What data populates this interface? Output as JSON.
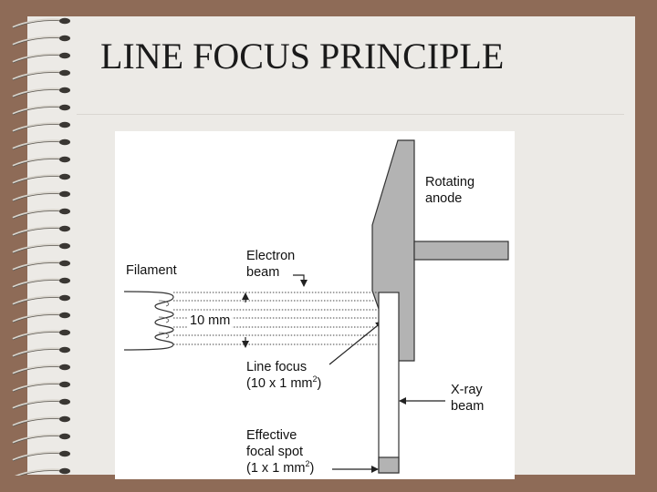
{
  "slide": {
    "title": "LINE FOCUS PRINCIPLE"
  },
  "diagram": {
    "labels": {
      "rotating_anode_1": "Rotating",
      "rotating_anode_2": "anode",
      "filament": "Filament",
      "electron_beam_1": "Electron",
      "electron_beam_2": "beam",
      "width": "10 mm",
      "line_focus_1": "Line focus",
      "line_focus_2a": "(10 x 1 mm",
      "line_focus_2_sup": "2",
      "line_focus_2b": ")",
      "xray_beam_1": "X-ray",
      "xray_beam_2": "beam",
      "focal_spot_1": "Effective",
      "focal_spot_2": "focal spot",
      "focal_spot_3a": "(1 x 1 mm",
      "focal_spot_3_sup": "2",
      "focal_spot_3b": ")"
    },
    "colors": {
      "anode_fill": "#b3b3b3",
      "stroke": "#333333"
    }
  }
}
